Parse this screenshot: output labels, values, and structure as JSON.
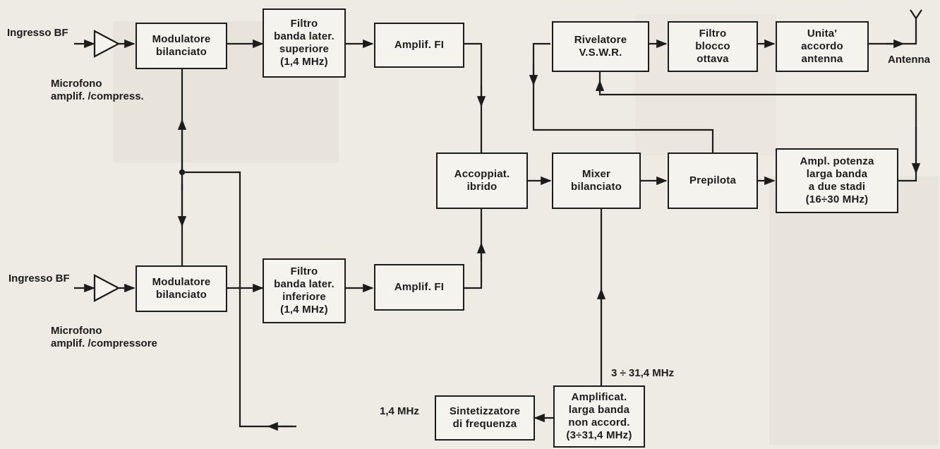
{
  "blocks": {
    "mod_top": "Modulatore\nbilanciato",
    "filter_upper": "Filtro\nbanda later.\nsuperiore\n(1,4 MHz)",
    "amp_fi_top": "Amplif. FI",
    "rivelatore": "Rivelatore\nV.S.W.R.",
    "filtro_blocco": "Filtro\nblocco\nottava",
    "unita_accordo": "Unita'\naccordo\nantenna",
    "accoppiat": "Accoppiat.\nibrido",
    "mixer": "Mixer\nbilanciato",
    "prepilota": "Prepilota",
    "ampl_potenza": "Ampl. potenza\nlarga banda\na due stadi\n(16÷30 MHz)",
    "mod_bottom": "Modulatore\nbilanciato",
    "filter_lower": "Filtro\nbanda later.\ninferiore\n(1,4 MHz)",
    "amp_fi_bottom": "Amplif. FI",
    "sintetizzatore": "Sintetizzatore\ndi frequenza",
    "amplificat": "Amplificat.\nlarga banda\nnon accord.\n(3÷31,4 MHz)"
  },
  "labels": {
    "ingresso_top": "Ingresso BF",
    "mic_top": "Microfono\namplif. /compress.",
    "antenna": "Antenna",
    "ingresso_bottom": "Ingresso BF",
    "mic_bottom": "Microfono\namplif. /compressore",
    "freq_mixer": "3 ÷ 31,4 MHz",
    "freq_synth": "1,4 MHz"
  },
  "colors": {
    "ink": "#1c1c1c",
    "paper": "#f5f3ee"
  }
}
